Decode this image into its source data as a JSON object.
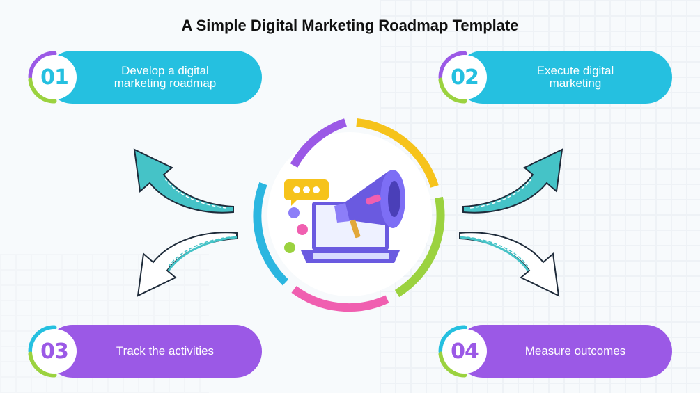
{
  "title": "A Simple Digital Marketing Roadmap Template",
  "steps": [
    {
      "number": "01",
      "label_line1": "Develop a digital",
      "label_line2": "marketing roadmap",
      "color": "#25c0e0"
    },
    {
      "number": "02",
      "label_line1": "Execute digital",
      "label_line2": "marketing",
      "color": "#25c0e0"
    },
    {
      "number": "03",
      "label_line1": "Track the activities",
      "label_line2": "",
      "color": "#9b59e6"
    },
    {
      "number": "04",
      "label_line1": "Measure outcomes",
      "label_line2": "",
      "color": "#9b59e6"
    }
  ],
  "colors": {
    "cyan": "#25c0e0",
    "purple": "#9b59e6",
    "yellow": "#f6c31b",
    "green": "#9bd23f",
    "pink": "#f05fb0",
    "blue": "#2bb6e0",
    "arrow_fill": "#45c3c7",
    "arrow_stroke": "#1e2b3a"
  },
  "center_icon": "megaphone-laptop-icon"
}
